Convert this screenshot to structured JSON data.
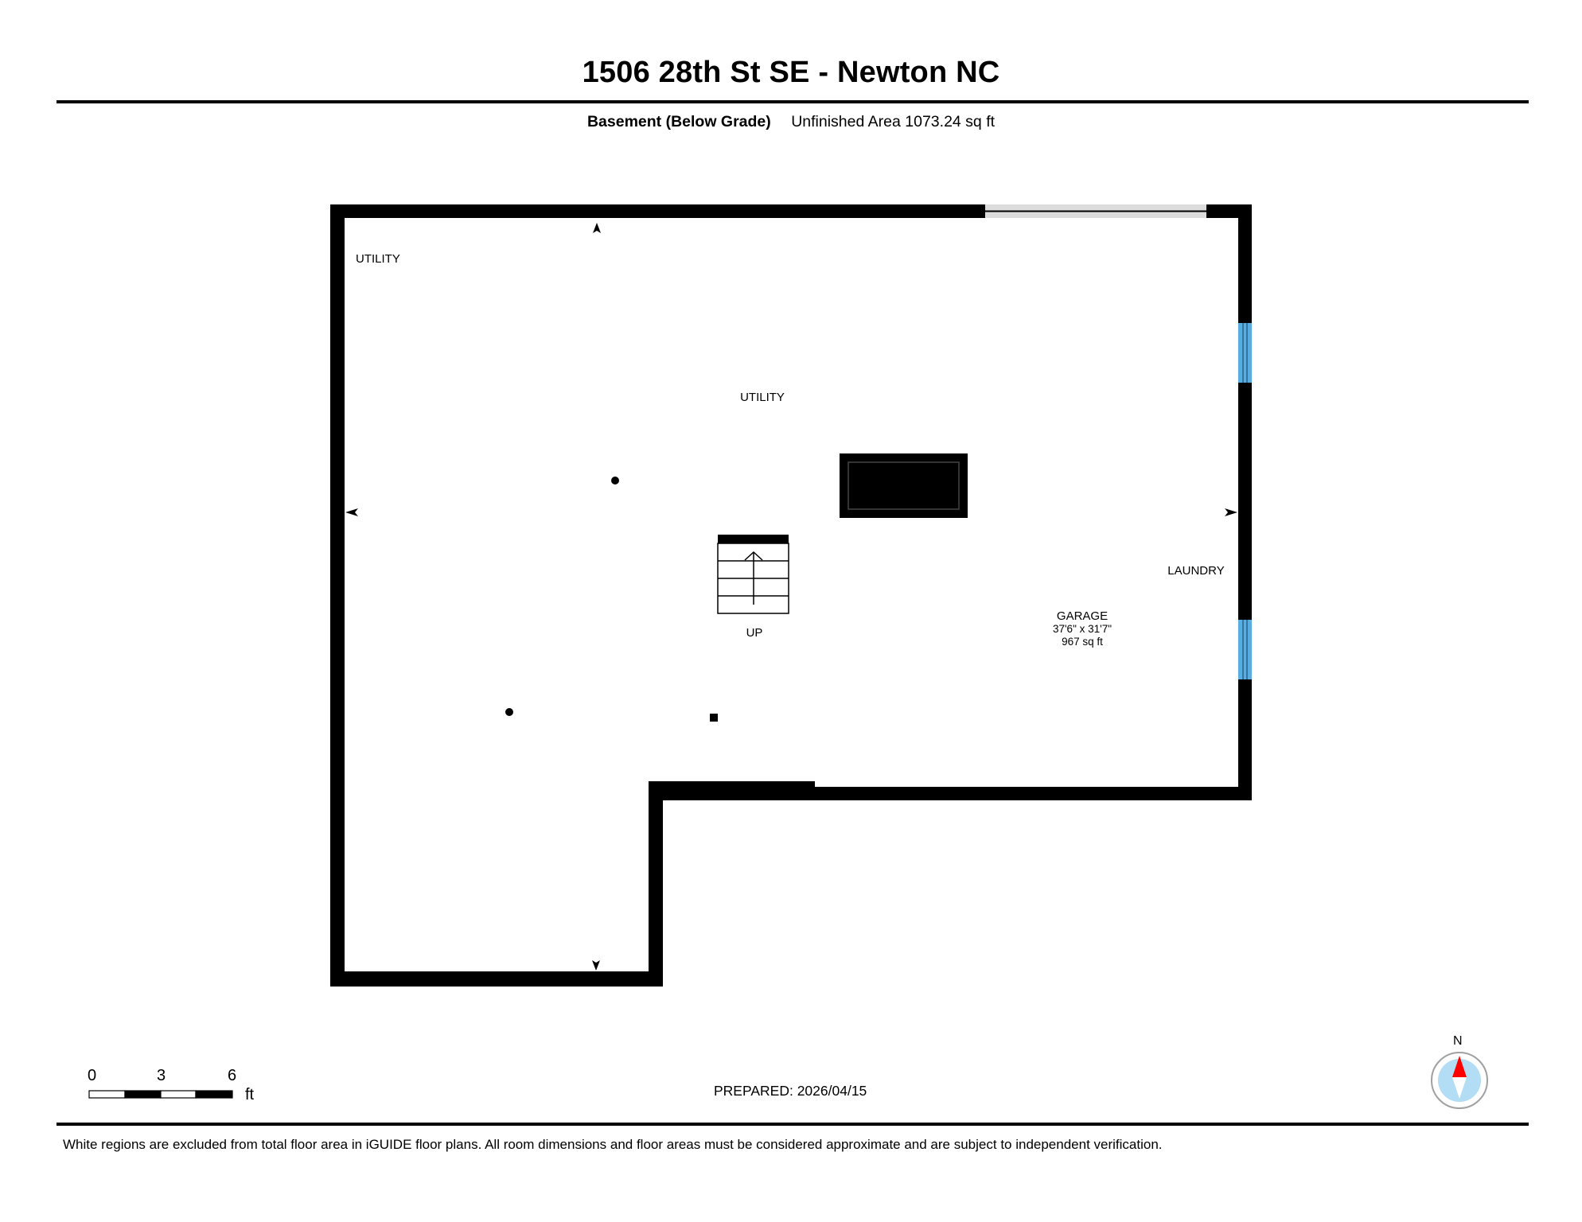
{
  "header": {
    "title": "1506 28th St SE - Newton NC",
    "level_name": "Basement (Below Grade)",
    "area_summary": "Unfinished Area 1073.24 sq ft"
  },
  "plan": {
    "rooms": [
      {
        "name": "UTILITY",
        "position": "top-left"
      },
      {
        "name": "UTILITY",
        "position": "center"
      },
      {
        "name": "LAUNDRY",
        "position": "right"
      },
      {
        "name": "GARAGE",
        "dimensions": "37'6\" x 31'7\"",
        "area": "967 sq ft"
      }
    ],
    "stairs": {
      "label": "UP",
      "direction": "up"
    },
    "features": {
      "garage_door": "top-wall-opening",
      "windows": 2,
      "window_color": "#5AADE0",
      "obstruction_color": "#000000",
      "posts": 2,
      "square_marker": 1
    }
  },
  "scale_bar": {
    "ticks": [
      "0",
      "3",
      "6"
    ],
    "unit": "ft"
  },
  "prepared": "PREPARED: 2026/04/15",
  "compass": {
    "label": "N",
    "needle_color": "#FF0000",
    "face_color": "#B3DCF5"
  },
  "footer": {
    "disclaimer": "White regions are excluded from total floor area in iGUIDE floor plans. All room dimensions and floor areas must be considered approximate and are subject to independent verification."
  }
}
